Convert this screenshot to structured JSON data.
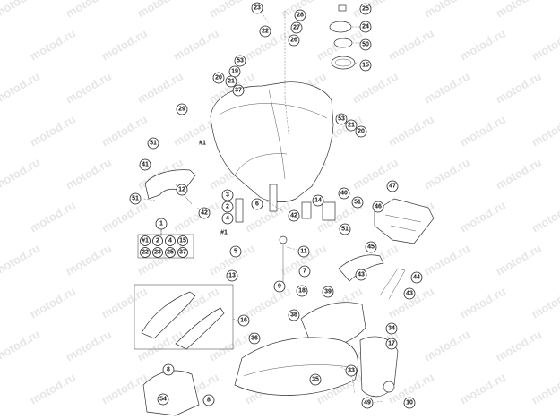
{
  "watermark": "motod.ru",
  "callouts": [
    {
      "id": "c23",
      "label": "23"
    },
    {
      "id": "c22a",
      "label": "22"
    },
    {
      "id": "c28",
      "label": "28"
    },
    {
      "id": "c27",
      "label": "27"
    },
    {
      "id": "c26",
      "label": "26"
    },
    {
      "id": "c25",
      "label": "25"
    },
    {
      "id": "c24",
      "label": "24"
    },
    {
      "id": "c50",
      "label": "50"
    },
    {
      "id": "c15a",
      "label": "15"
    },
    {
      "id": "c53a",
      "label": "53"
    },
    {
      "id": "c19",
      "label": "19"
    },
    {
      "id": "c20a",
      "label": "20"
    },
    {
      "id": "c21a",
      "label": "21"
    },
    {
      "id": "c37a",
      "label": "37"
    },
    {
      "id": "c29",
      "label": "29"
    },
    {
      "id": "c53b",
      "label": "53"
    },
    {
      "id": "c21b",
      "label": "21"
    },
    {
      "id": "c20b",
      "label": "20"
    },
    {
      "id": "c51a",
      "label": "51"
    },
    {
      "id": "c41",
      "label": "41"
    },
    {
      "id": "c12",
      "label": "12"
    },
    {
      "id": "c51b",
      "label": "51"
    },
    {
      "id": "c42a",
      "label": "42"
    },
    {
      "id": "c3a",
      "label": "3"
    },
    {
      "id": "c2a",
      "label": "2"
    },
    {
      "id": "c4a",
      "label": "4"
    },
    {
      "id": "c6",
      "label": "6"
    },
    {
      "id": "c14",
      "label": "14"
    },
    {
      "id": "c40",
      "label": "40"
    },
    {
      "id": "c47",
      "label": "47"
    },
    {
      "id": "c51c",
      "label": "51"
    },
    {
      "id": "c46",
      "label": "46"
    },
    {
      "id": "c42b",
      "label": "42"
    },
    {
      "id": "c51d",
      "label": "51"
    },
    {
      "id": "c1",
      "label": "1"
    },
    {
      "id": "c5",
      "label": "5"
    },
    {
      "id": "c11",
      "label": "11"
    },
    {
      "id": "c45",
      "label": "45"
    },
    {
      "id": "c7",
      "label": "7"
    },
    {
      "id": "c43a",
      "label": "43"
    },
    {
      "id": "c44",
      "label": "44"
    },
    {
      "id": "c13",
      "label": "13"
    },
    {
      "id": "c9",
      "label": "9"
    },
    {
      "id": "c18",
      "label": "18"
    },
    {
      "id": "c39",
      "label": "39"
    },
    {
      "id": "c43b",
      "label": "43"
    },
    {
      "id": "c16",
      "label": "16"
    },
    {
      "id": "c38",
      "label": "38"
    },
    {
      "id": "c34",
      "label": "34"
    },
    {
      "id": "c36",
      "label": "36"
    },
    {
      "id": "c17",
      "label": "17"
    },
    {
      "id": "c33",
      "label": "33"
    },
    {
      "id": "c8a",
      "label": "8"
    },
    {
      "id": "c35",
      "label": "35"
    },
    {
      "id": "c54",
      "label": "54"
    },
    {
      "id": "c8b",
      "label": "8"
    },
    {
      "id": "c49",
      "label": "49"
    },
    {
      "id": "c10",
      "label": "10"
    }
  ],
  "kit_grid": {
    "title": "1",
    "row1": [
      "#1",
      "2",
      "4",
      "15"
    ],
    "row2": [
      "22",
      "23",
      "25",
      "37"
    ]
  },
  "assembly_mark_a": "#1",
  "assembly_mark_b": "#1"
}
